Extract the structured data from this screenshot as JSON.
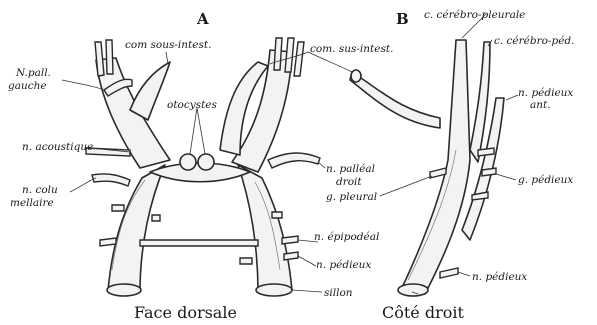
{
  "panels": {
    "a": {
      "letter": "A",
      "caption": "Face dorsale"
    },
    "b": {
      "letter": "B",
      "caption": "Côté droit"
    }
  },
  "labels": {
    "com_sous_intest": "com sous-intest.",
    "com_sus_intest": "com. sus-intest.",
    "n_pall_gauche_1": "N.pall.",
    "n_pall_gauche_2": "gauche",
    "otocystes": "otocystes",
    "n_acoustique": "n. acoustique",
    "n_columellaire_1": "n. colu",
    "n_columellaire_2": "mellaire",
    "n_palleal_droit_1": "n. palléal",
    "n_palleal_droit_2": "droit",
    "g_pleural": "g. pleural",
    "n_epipodeal": "n. épipodéal",
    "n_pedieux_a": "n. pédieux",
    "sillon": "sillon",
    "c_cerebro_pleurale": "c. cérébro-pleurale",
    "c_cerebro_ped": "c. cérébro-péd.",
    "n_pedieux_ant_1": "n. pédieux",
    "n_pedieux_ant_2": "ant.",
    "g_pedieux": "g. pédieux",
    "n_pedieux_b": "n. pédieux"
  }
}
